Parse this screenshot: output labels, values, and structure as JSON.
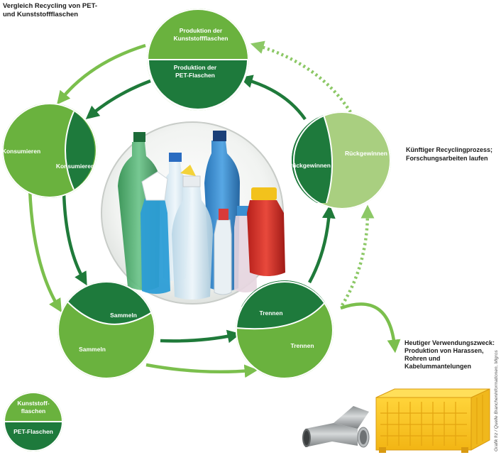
{
  "title": {
    "line1": "Vergleich Recycling von PET-",
    "line2": "und Kunststoffflaschen"
  },
  "colors": {
    "dark_green": "#1e7a3c",
    "medium_green": "#6ab23e",
    "light_green": "#a9cf80",
    "arrow_light": "#7bbf4d",
    "arrow_dark": "#1f7a3a"
  },
  "nodes": {
    "produktion": {
      "top_label_line1": "Produktion der",
      "top_label_line2": "Kunststoffflaschen",
      "bottom_label_line1": "Produktion der",
      "bottom_label_line2": "PET-Flaschen"
    },
    "konsumieren": {
      "outer_label": "Konsumieren",
      "inner_label": "Konsumieren"
    },
    "sammeln": {
      "inner_label": "Sammeln",
      "outer_label": "Sammeln"
    },
    "trennen": {
      "inner_label": "Trennen",
      "outer_label": "Trennen"
    },
    "rueckgewinnen": {
      "inner_label": "Rückgewinnen",
      "outer_label": "Rückgewinnen"
    }
  },
  "annotations": {
    "future": {
      "line1": "Künftiger Recyclingprozess;",
      "line2": "Forschungsarbeiten laufen"
    },
    "current_use": {
      "line1": "Heutiger Verwendungszweck:",
      "line2": "Produktion von Harassen,",
      "line3": "Rohren und",
      "line4": "Kabelummantelungen"
    }
  },
  "legend": {
    "top_line1": "Kunststoff-",
    "top_line2": "flaschen",
    "bottom": "PET-Flaschen"
  },
  "credit": "Grafik frz / Quelle Brancheninformationen, Migros"
}
